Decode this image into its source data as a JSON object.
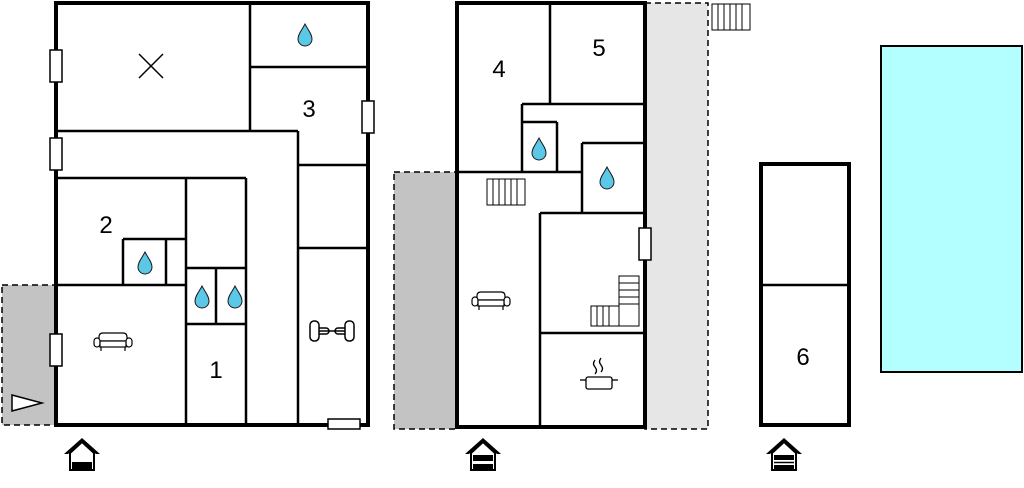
{
  "floor_plan": {
    "building_a": {
      "rooms": [
        {
          "id": "bedroom-3",
          "label": "3"
        },
        {
          "id": "bedroom-2",
          "label": "2"
        },
        {
          "id": "bedroom-1",
          "label": "1"
        }
      ],
      "symbols": [
        "x-mark-icon",
        "water-drop-icon",
        "sofa-icon",
        "dumbbell-icon",
        "window-icon",
        "entrance-icon",
        "terrace-arrow-icon"
      ]
    },
    "building_b": {
      "rooms": [
        {
          "id": "bedroom-4",
          "label": "4"
        },
        {
          "id": "bedroom-5",
          "label": "5"
        }
      ],
      "symbols": [
        "water-drop-icon",
        "stairs-icon",
        "sofa-icon",
        "cooking-pot-icon",
        "window-icon",
        "entrance-icon"
      ]
    },
    "building_c": {
      "rooms": [
        {
          "id": "bedroom-6",
          "label": "6"
        }
      ],
      "symbols": [
        "entrance-icon"
      ]
    },
    "pool": {
      "color": "#b3ffff"
    },
    "terrace_color": "#c3c3c3",
    "light_terrace_color": "#e6e6e6",
    "wall_color": "#000000"
  }
}
